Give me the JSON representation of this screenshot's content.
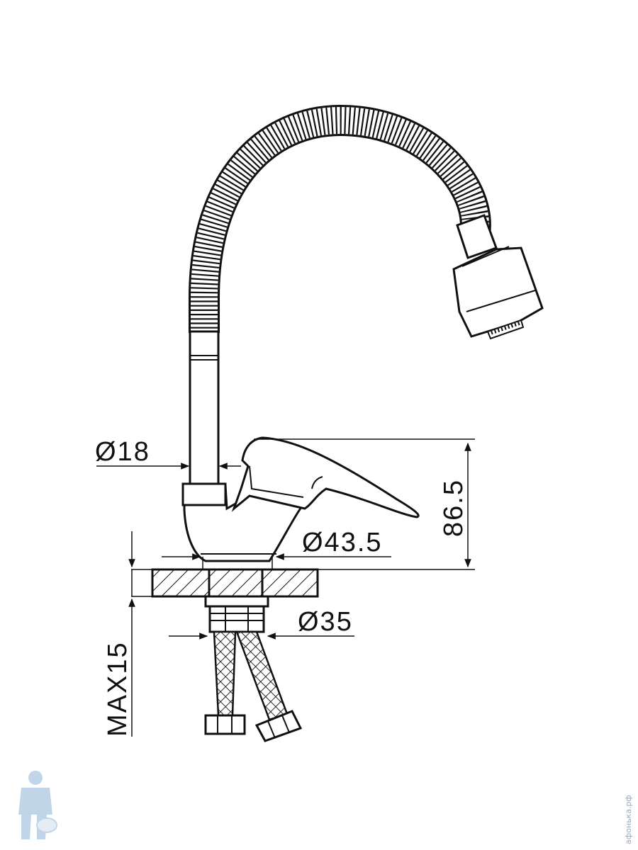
{
  "dimensions": {
    "spout_diameter": "Ø18",
    "height": "86.5",
    "body_diameter": "Ø43.5",
    "shank_diameter": "Ø35",
    "max_thickness": "MAX15"
  },
  "watermark": {
    "site": "афонька.рф"
  }
}
